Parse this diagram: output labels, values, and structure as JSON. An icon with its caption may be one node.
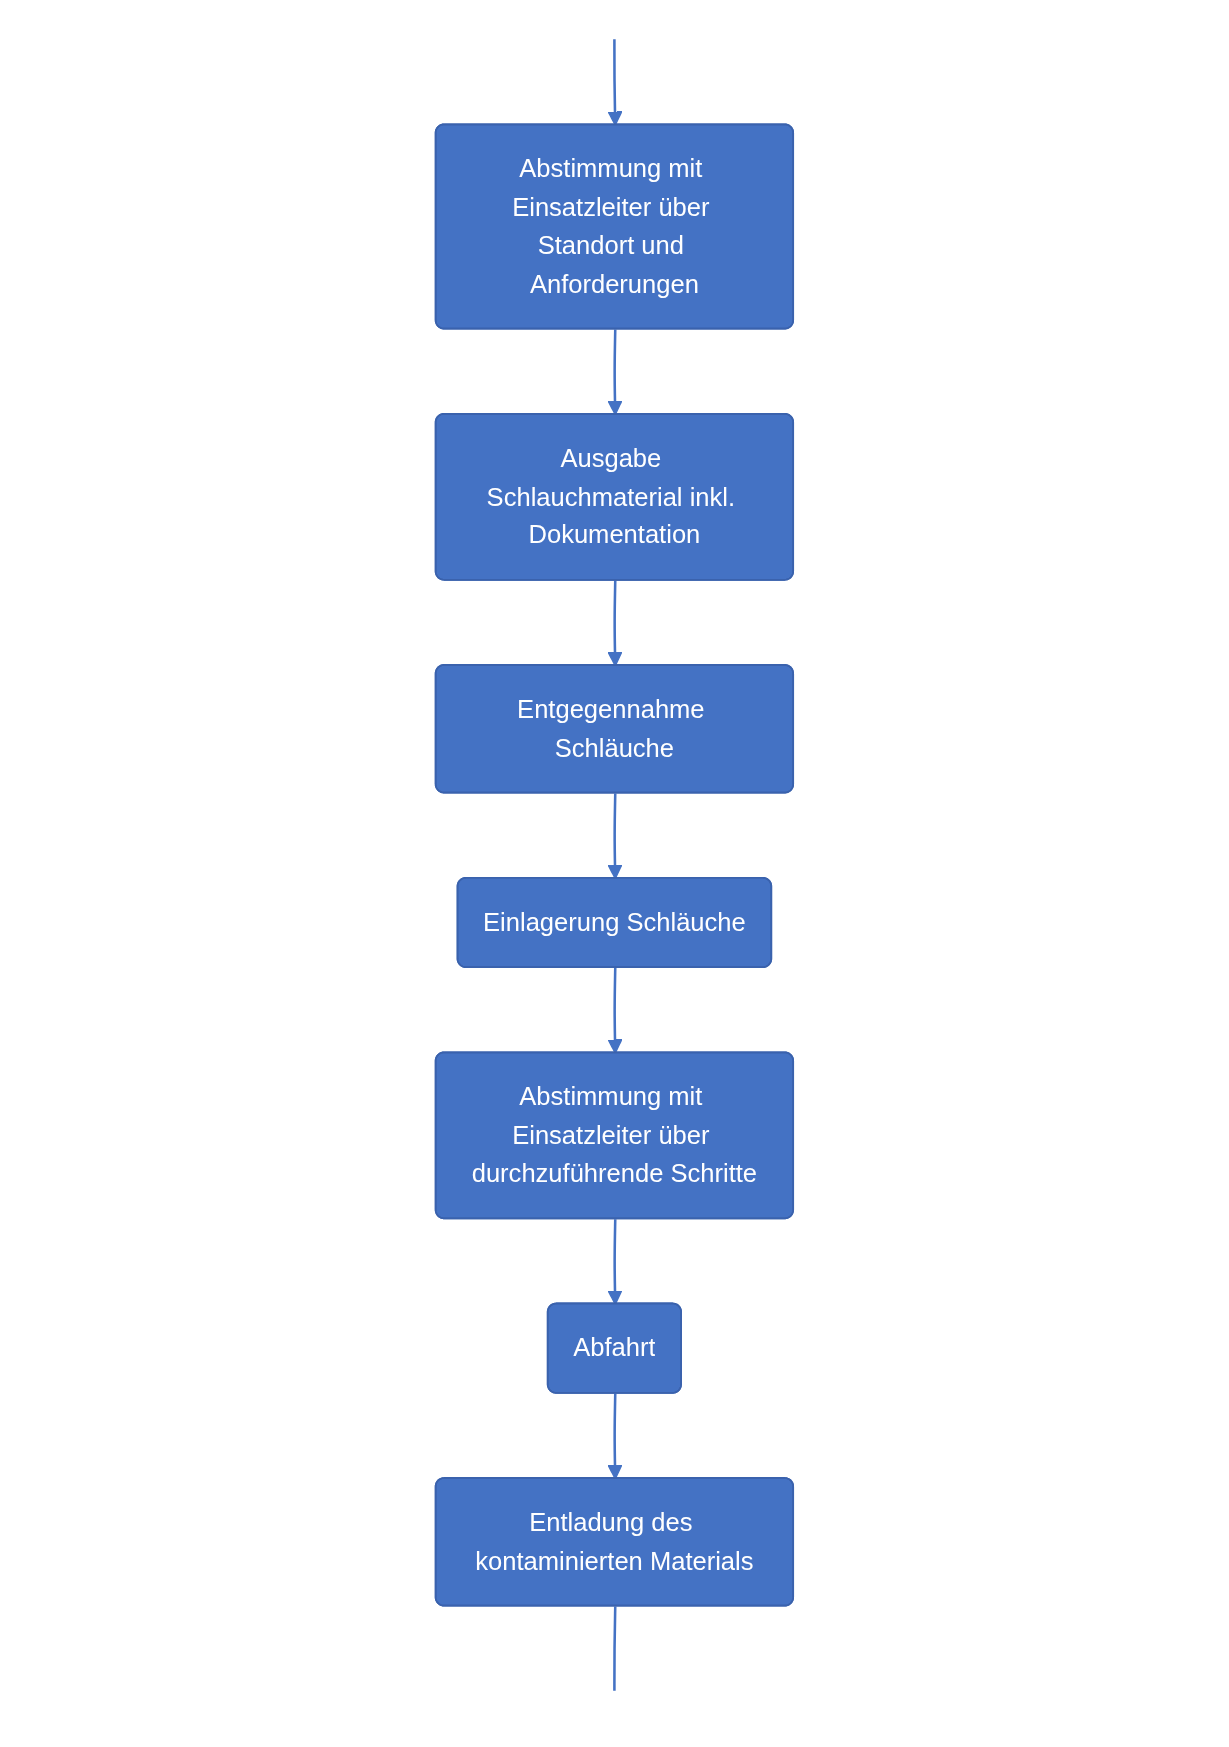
{
  "diagram": {
    "nodes": [
      {
        "text": [
          "Abstimmung mit Einsatzleiter über Standort und Anforderungen"
        ]
      },
      {
        "text": [
          "Ausgabe Schlauchmaterial inkl. Dokumentation"
        ]
      },
      {
        "text": [
          "Entgegennahme Schläuche"
        ]
      },
      {
        "text": [
          "Einlagerung Schläuche"
        ]
      },
      {
        "text": [
          "Abstimmung mit Einsatzleiter über durchzuführende Schritte"
        ]
      },
      {
        "text": [
          "Abfahrt"
        ]
      },
      {
        "text": [
          "Entladung des kontaminierten Materials"
        ]
      }
    ],
    "edges": [
      {
        "from": null,
        "to": 0,
        "arrow": "to"
      },
      {
        "from": 0,
        "to": 1,
        "arrow": "to"
      },
      {
        "from": 1,
        "to": 2,
        "arrow": "to"
      },
      {
        "from": 2,
        "to": 3,
        "arrow": "to"
      },
      {
        "from": 3,
        "to": 4,
        "arrow": "to"
      },
      {
        "from": 4,
        "to": 5,
        "arrow": "to"
      },
      {
        "from": 5,
        "to": 6,
        "arrow": "to"
      },
      {
        "from": 6,
        "to": null,
        "arrow": "none"
      }
    ]
  }
}
